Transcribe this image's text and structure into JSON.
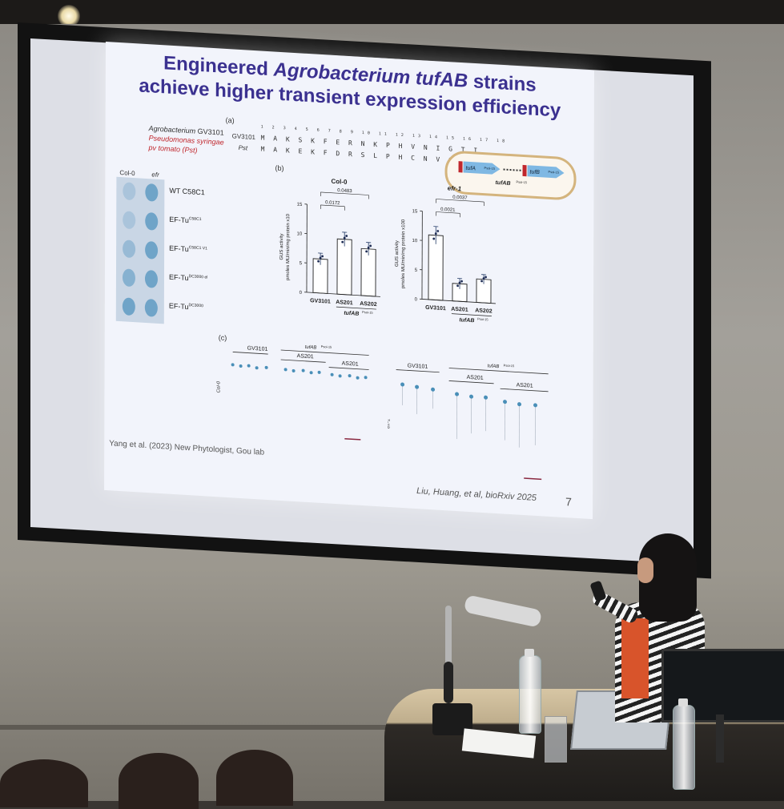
{
  "slide": {
    "title_line1_prefix": "Engineered ",
    "title_line1_italic": "Agrobacterium tufAB",
    "title_line1_suffix": " strains",
    "title_line2": "achieve higher transient expression efficiency",
    "panel_a_label": "(a)",
    "panel_b_label": "(b)",
    "panel_c_label": "(c)",
    "species": {
      "agro_italic": "Agrobacterium",
      "agro_suffix": " GV3101",
      "pseudo_line1": "Pseudomonas syringae",
      "pseudo_line2": "pv tomato (Pst)"
    },
    "alignment": {
      "positions": "1 2 3 4 5 6 7 8 9 10 11 12 13 14 15 16 17 18",
      "row1_label": "GV3101",
      "row1_seq": "M A K S K F E R N K P H V N I G T I",
      "row2_label": "Pst",
      "row2_seq": "M A K E K F D R S L P H C N V G T I"
    },
    "plasmid": {
      "gene1": "tufA",
      "gene2": "tufB",
      "superscript": "Psoi-15",
      "caption": "tufAB",
      "caption_sup": "Psoi-15"
    },
    "leaf_panel": {
      "col_label": "Col-0",
      "efr_label": "efr",
      "strains": [
        {
          "base": "WT C58C1",
          "sup": ""
        },
        {
          "base": "EF-Tu",
          "sup": "C58C1"
        },
        {
          "base": "EF-Tu",
          "sup": "C58C1 V1"
        },
        {
          "base": "EF-Tu",
          "sup": "DC3000 el"
        },
        {
          "base": "EF-Tu",
          "sup": "DC3000"
        }
      ]
    },
    "seedling_labels": {
      "col0": "Col-0",
      "efr1": "efr-1",
      "gv3101": "GV3101",
      "tufab": "tufAB",
      "tufab_sup": "Psoi-15",
      "as201": "AS201"
    },
    "footer_left": "Yang et al. (2023) New Phytologist, Gou lab",
    "footer_right": "Liu, Huang, et al, bioRxiv 2025",
    "page_number": "7"
  },
  "chart_data": [
    {
      "type": "bar",
      "title": "Col-0",
      "categories": [
        "GV3101",
        "AS201",
        "AS202"
      ],
      "values": [
        5.8,
        9.4,
        8.0
      ],
      "errors": [
        1.0,
        1.2,
        1.1
      ],
      "ylim": [
        0,
        15
      ],
      "yticks": [
        "0",
        "5",
        "10",
        "15"
      ],
      "ylabel_line1": "GUS activity",
      "ylabel_line2": "pmoles MU/min/mg protein x10",
      "xgroup_label": "tufAB",
      "xgroup_sup": "Psoi-15",
      "significance": [
        {
          "pair": [
            "GV3101",
            "AS201"
          ],
          "p": "0.0172"
        },
        {
          "pair": [
            "GV3101",
            "AS202"
          ],
          "p": "0.0483"
        }
      ]
    },
    {
      "type": "bar",
      "title": "efr-1",
      "categories": [
        "GV3101",
        "AS201",
        "AS202"
      ],
      "values": [
        11.0,
        3.0,
        4.0
      ],
      "errors": [
        1.5,
        0.9,
        0.8
      ],
      "ylim": [
        0,
        15
      ],
      "yticks": [
        "0",
        "5",
        "10",
        "15"
      ],
      "ylabel_line1": "GUS activity",
      "ylabel_line2": "pmoles MU/min/mg protein x100",
      "xgroup_label": "tufAB",
      "xgroup_sup": "Psoi-15",
      "significance": [
        {
          "pair": [
            "GV3101",
            "AS201"
          ],
          "p": "0.0021"
        },
        {
          "pair": [
            "GV3101",
            "AS202"
          ],
          "p": "0.0037"
        }
      ]
    }
  ],
  "colors": {
    "title": "#3b3190",
    "species_red": "#c0272d",
    "highlight_blue": "#8fc1e3",
    "highlight_red": "#c0272d",
    "leaf_blue": "#6fa4c8"
  }
}
